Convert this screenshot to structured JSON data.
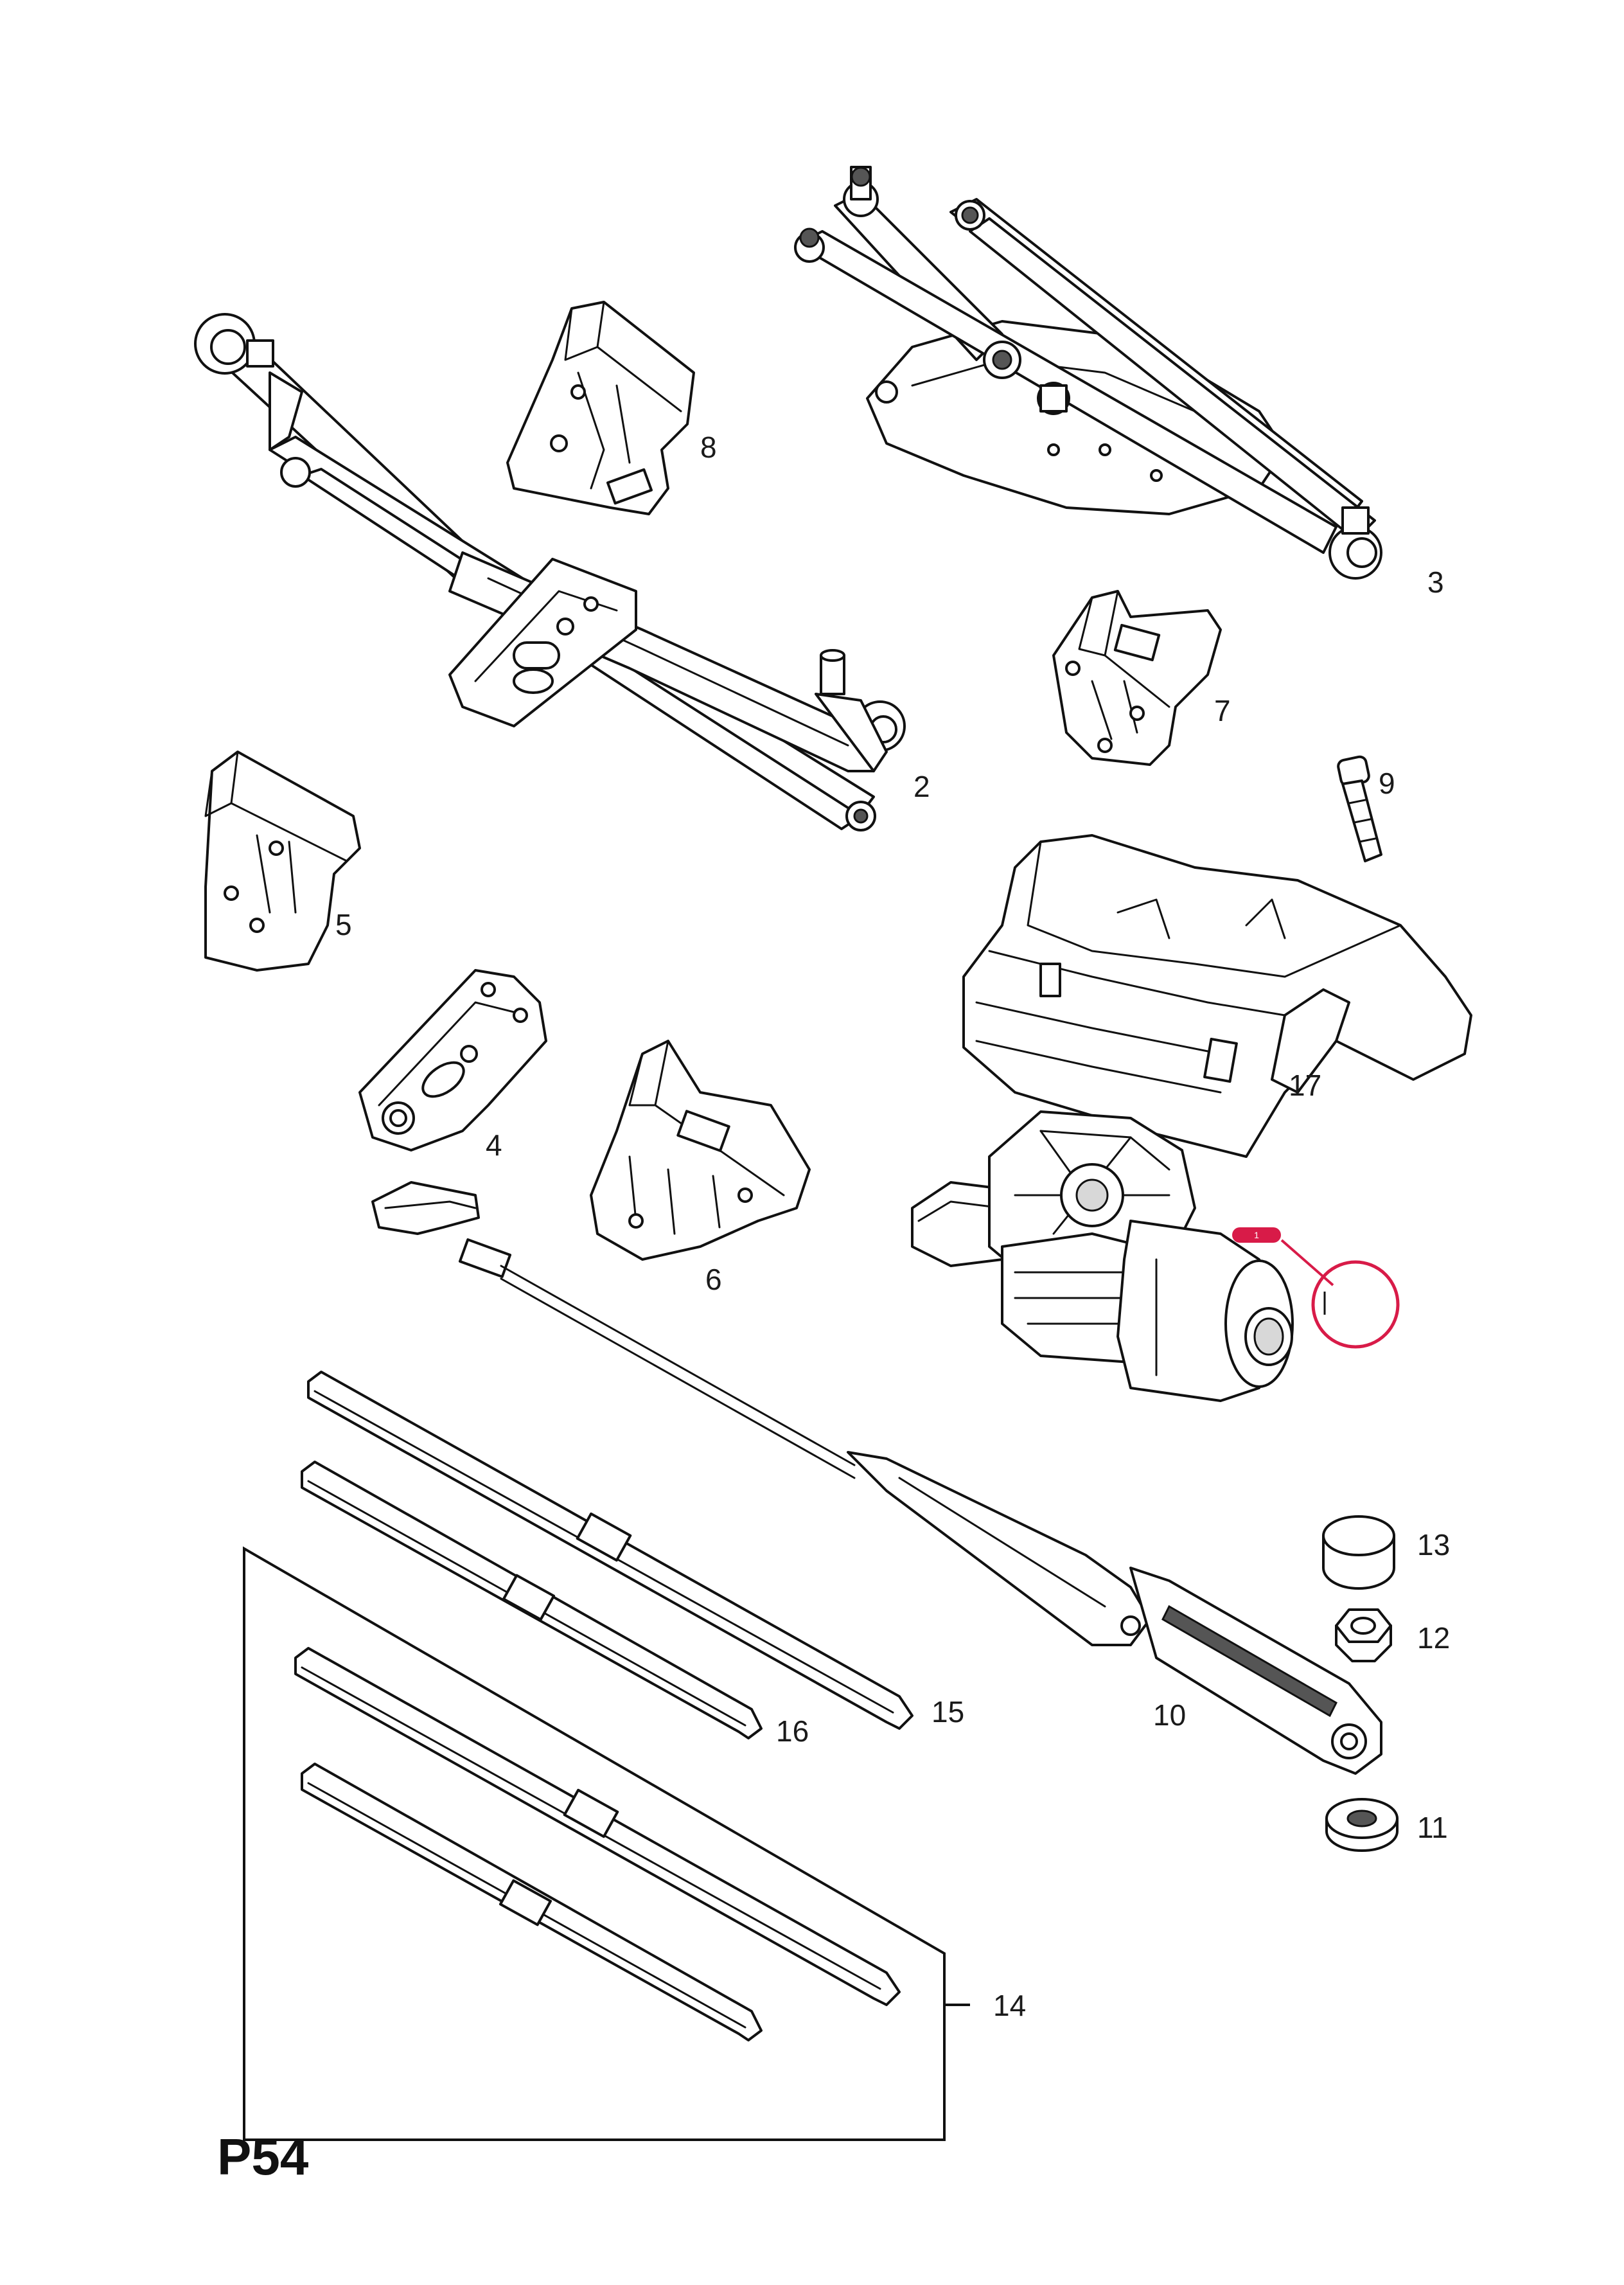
{
  "page_code": "P54",
  "part_labels": {
    "p2": "2",
    "p3": "3",
    "p4": "4",
    "p5": "5",
    "p6": "6",
    "p7": "7",
    "p8": "8",
    "p9": "9",
    "p10": "10",
    "p11": "11",
    "p12": "12",
    "p13": "13",
    "p14": "14",
    "p15": "15",
    "p16": "16",
    "p17": "17"
  },
  "callout": {
    "badge": "1",
    "color": "#d81b48"
  }
}
